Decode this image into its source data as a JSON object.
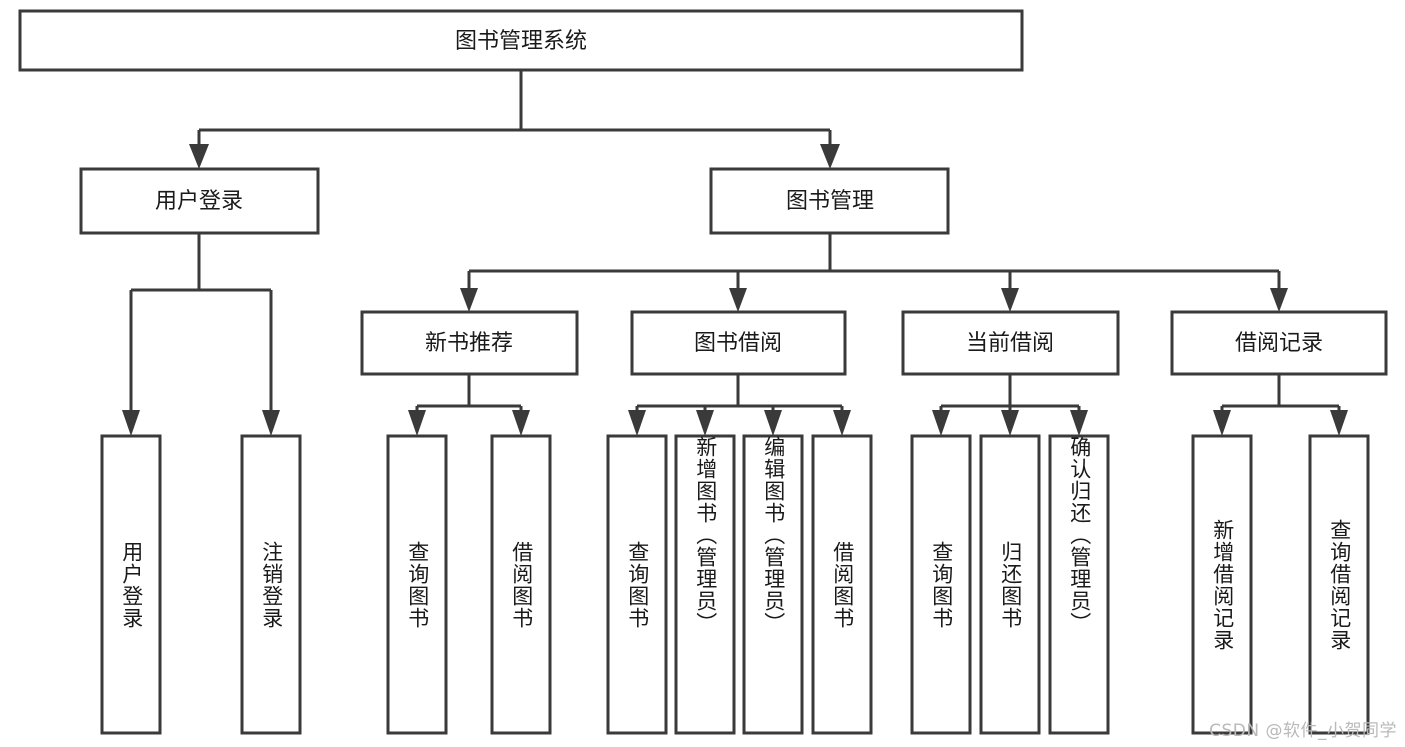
{
  "diagram": {
    "type": "tree-hierarchy",
    "title": "图书管理系统",
    "watermark": "CSDN @软件_小贺同学",
    "colors": {
      "stroke": "#3a3a3a",
      "fill": "#ffffff",
      "text": "#1a1a1a",
      "watermark": "#b9b9b9",
      "background": "#ffffff"
    },
    "levels": {
      "root": {
        "label": "图书管理系统",
        "orientation": "horizontal"
      },
      "level2": [
        {
          "label": "用户登录",
          "orientation": "horizontal"
        },
        {
          "label": "图书管理",
          "orientation": "horizontal"
        }
      ],
      "level3": [
        {
          "label": "新书推荐",
          "orientation": "horizontal",
          "parent": "图书管理"
        },
        {
          "label": "图书借阅",
          "orientation": "horizontal",
          "parent": "图书管理"
        },
        {
          "label": "当前借阅",
          "orientation": "horizontal",
          "parent": "图书管理"
        },
        {
          "label": "借阅记录",
          "orientation": "horizontal",
          "parent": "图书管理"
        }
      ],
      "leaves": [
        {
          "label": "用户登录",
          "orientation": "vertical",
          "parent": "用户登录"
        },
        {
          "label": "注销登录",
          "orientation": "vertical",
          "parent": "用户登录"
        },
        {
          "label": "查询图书",
          "orientation": "vertical",
          "parent": "新书推荐"
        },
        {
          "label": "借阅图书",
          "orientation": "vertical",
          "parent": "新书推荐"
        },
        {
          "label": "查询图书",
          "orientation": "vertical",
          "parent": "图书借阅"
        },
        {
          "label": "新增图书（管理员）",
          "orientation": "vertical",
          "parent": "图书借阅"
        },
        {
          "label": "编辑图书（管理员）",
          "orientation": "vertical",
          "parent": "图书借阅"
        },
        {
          "label": "借阅图书",
          "orientation": "vertical",
          "parent": "图书借阅"
        },
        {
          "label": "查询图书",
          "orientation": "vertical",
          "parent": "当前借阅"
        },
        {
          "label": "归还图书",
          "orientation": "vertical",
          "parent": "当前借阅"
        },
        {
          "label": "确认归还（管理员）",
          "orientation": "vertical",
          "parent": "当前借阅"
        },
        {
          "label": "新增借阅记录",
          "orientation": "vertical",
          "parent": "借阅记录"
        },
        {
          "label": "查询借阅记录",
          "orientation": "vertical",
          "parent": "借阅记录"
        }
      ]
    }
  }
}
